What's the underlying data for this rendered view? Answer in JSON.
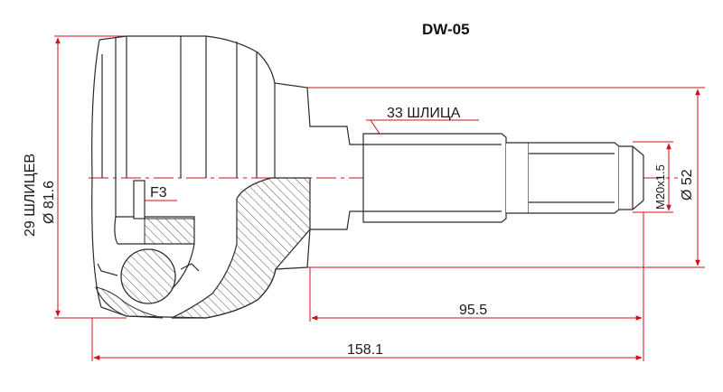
{
  "title": "DW-05",
  "labels": {
    "outer_splines": "33 ШЛИЦА",
    "inner_splines": "29 ШЛИЦЕВ",
    "outer_diameter": "Ø 81.6",
    "seal_diameter": "Ø 52",
    "thread": "M20x1.5",
    "shaft_length": "95.5",
    "total_length": "158.1",
    "section_mark": "F3"
  },
  "colors": {
    "line": "#2b2b2b",
    "dimension": "#d01018",
    "hatch": "#555555"
  }
}
